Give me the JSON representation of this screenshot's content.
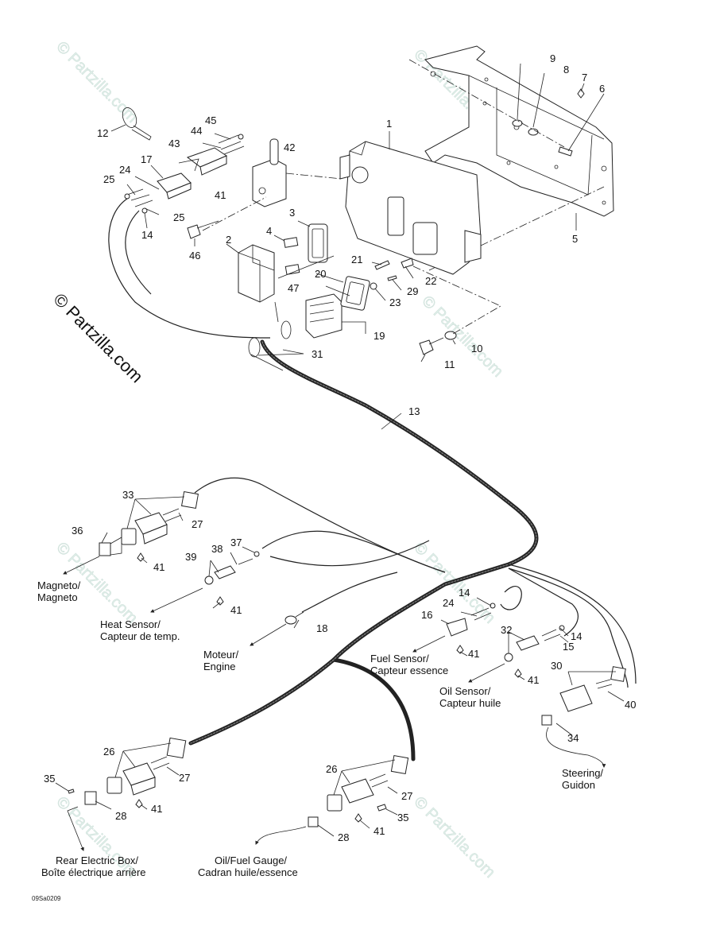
{
  "diagram": {
    "title_code": "09Sa0209",
    "watermark_main": "© Partzilla.com",
    "watermark_faint": "© Partzilla.com",
    "part_numbers": {
      "p1": "1",
      "p2": "2",
      "p3": "3",
      "p4": "4",
      "p5": "5",
      "p6": "6",
      "p7": "7",
      "p8": "8",
      "p9": "9",
      "p10": "10",
      "p11": "11",
      "p12": "12",
      "p13": "13",
      "p14a": "14",
      "p14b": "14",
      "p14c": "14",
      "p15": "15",
      "p16": "16",
      "p17": "17",
      "p18": "18",
      "p19": "19",
      "p20": "20",
      "p21": "21",
      "p22": "22",
      "p23": "23",
      "p24a": "24",
      "p24b": "24",
      "p25a": "25",
      "p25b": "25",
      "p26a": "26",
      "p26b": "26",
      "p27a": "27",
      "p27b": "27",
      "p27c": "27",
      "p28a": "28",
      "p28b": "28",
      "p29": "29",
      "p30": "30",
      "p31": "31",
      "p32": "32",
      "p33": "33",
      "p34": "34",
      "p35a": "35",
      "p35b": "35",
      "p36": "36",
      "p37": "37",
      "p38": "38",
      "p39": "39",
      "p40": "40",
      "p41a": "41",
      "p41b": "41",
      "p41c": "41",
      "p41d": "41",
      "p41e": "41",
      "p41f": "41",
      "p41g": "41",
      "p42": "42",
      "p43": "43",
      "p44": "44",
      "p45": "45",
      "p46": "46",
      "p47": "47"
    },
    "destinations": {
      "magneto": [
        "Magneto/",
        "Magneto"
      ],
      "heat_sensor": [
        "Heat Sensor/",
        "Capteur de temp."
      ],
      "engine": [
        "Moteur/",
        "Engine"
      ],
      "fuel_sensor": [
        "Fuel Sensor/",
        "Capteur essence"
      ],
      "oil_sensor": [
        "Oil Sensor/",
        "Capteur huile"
      ],
      "steering": [
        "Steering/",
        "Guidon"
      ],
      "rear_box": [
        "Rear Electric Box/",
        "Boîte électrique arrière"
      ],
      "gauge": [
        "Oil/Fuel Gauge/",
        "Cadran huile/essence"
      ]
    }
  }
}
